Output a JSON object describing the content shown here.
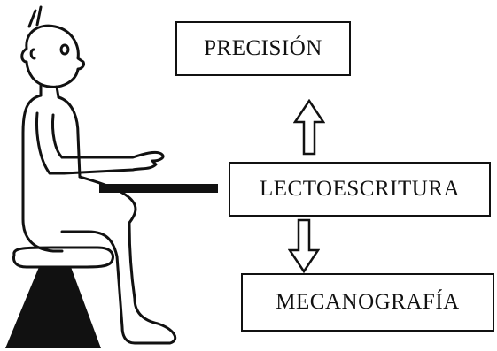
{
  "diagram": {
    "boxes": {
      "top": "PRECISIÓN",
      "middle": "LECTOESCRITURA",
      "bottom": "MECANOGRAFÍA"
    },
    "arrows": [
      {
        "from": "middle",
        "to": "top",
        "direction": "up",
        "style": "outline"
      },
      {
        "from": "middle",
        "to": "bottom",
        "direction": "down",
        "style": "outline"
      }
    ],
    "illustration": "figura-sentada-en-banqueta-frente-a-mesa",
    "colors": {
      "ink": "#111111",
      "paper": "#ffffff"
    }
  }
}
